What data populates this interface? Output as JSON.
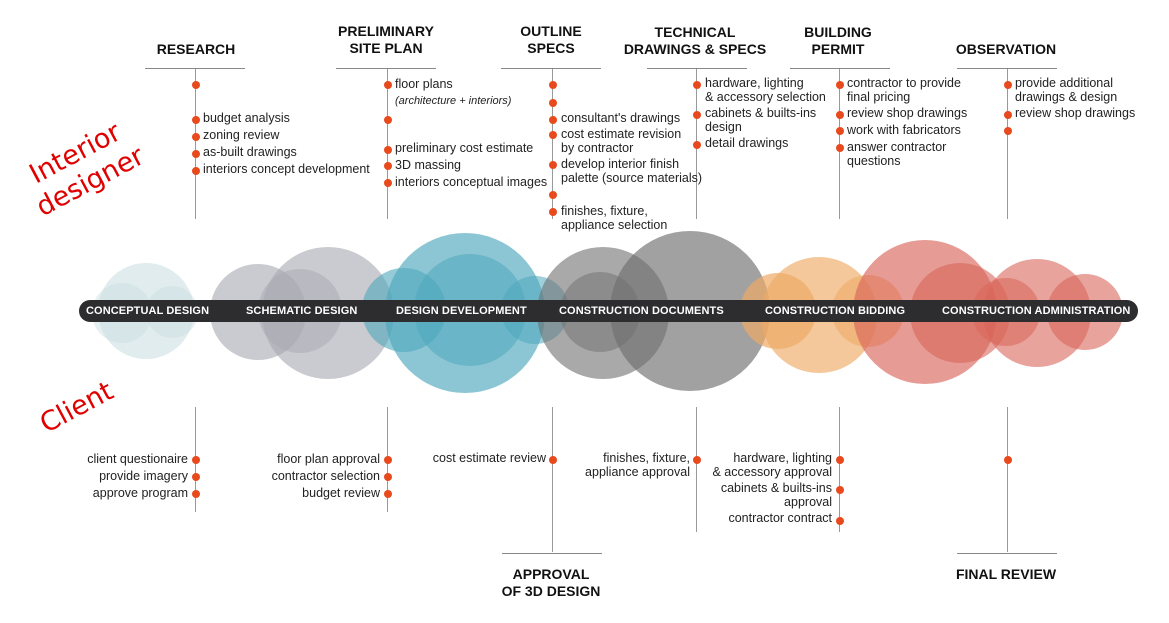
{
  "colors": {
    "accent_dot": "#e8491d",
    "bar": "#2d2d2f",
    "side_label": "#e00000",
    "phase_conceptual": "#c9dde0",
    "phase_schematic": "#a7a8b1",
    "phase_design_dev": "#4ea8bd",
    "phase_construction_docs": "#6f6f6f",
    "phase_bidding": "#eeaa66",
    "phase_administration": "#d9665a"
  },
  "side_labels": {
    "top": "Interior\ndesigner",
    "bottom": "Client"
  },
  "top_headers": {
    "research": "RESEARCH",
    "site_plan": "PRELIMINARY\nSITE PLAN",
    "outline_specs": "OUTLINE\nSPECS",
    "technical": "TECHNICAL\nDRAWINGS & SPECS",
    "building_permit": "BUILDING\nPERMIT",
    "observation": "OBSERVATION"
  },
  "bottom_headers": {
    "approval": "APPROVAL\nOF 3D DESIGN",
    "final_review": "FINAL REVIEW"
  },
  "phases": [
    "CONCEPTUAL DESIGN",
    "SCHEMATIC DESIGN",
    "DESIGN DEVELOPMENT",
    "CONSTRUCTION DOCUMENTS",
    "CONSTRUCTION BIDDING",
    "CONSTRUCTION ADMINISTRATION"
  ],
  "designer": {
    "research": [
      "budget analysis",
      "zoning review",
      "as-built drawings",
      "interiors concept development"
    ],
    "site_plan": {
      "floor_plans": "floor plans",
      "floor_plans_note": "(architecture + interiors)",
      "items": [
        "preliminary cost estimate",
        "3D massing",
        "interiors conceptual images"
      ]
    },
    "outline_specs": [
      "consultant's drawings",
      "cost estimate revision\n by contractor",
      "develop interior finish\npalette (source materials)",
      "finishes, fixture,\n appliance selection"
    ],
    "technical": [
      "hardware, lighting\n& accessory selection",
      "cabinets & builts-ins\ndesign",
      "detail drawings"
    ],
    "building_permit": [
      "contractor to provide\nfinal pricing",
      "review shop drawings",
      "work with fabricators",
      "answer contractor\nquestions"
    ],
    "observation": [
      "provide additional\ndrawings & design",
      "review shop drawings"
    ]
  },
  "client": {
    "research": [
      "client questionaire",
      "provide imagery",
      "approve program"
    ],
    "site_plan": [
      "floor plan approval",
      "contractor selection",
      "budget review"
    ],
    "outline_specs": [
      "cost estimate review"
    ],
    "technical": [
      "finishes, fixture,\nappliance approval"
    ],
    "building_permit": [
      "hardware, lighting\n& accessory approval",
      "cabinets & builts-ins\napproval",
      "contractor contract"
    ]
  }
}
